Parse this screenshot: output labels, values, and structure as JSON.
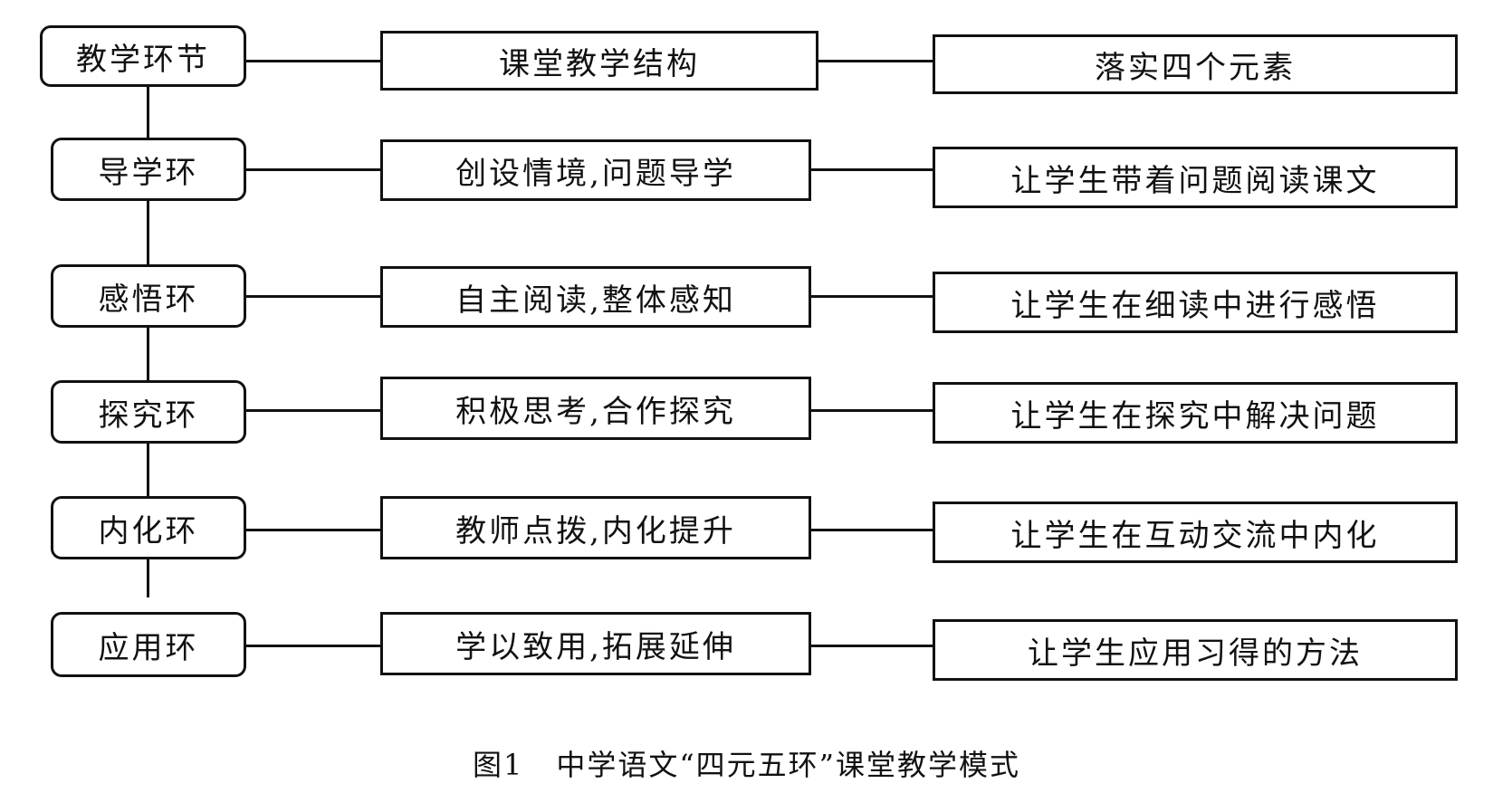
{
  "diagram": {
    "rows": [
      {
        "stage": "教学环节",
        "structure": "课堂教学结构",
        "element": "落实四个元素"
      },
      {
        "stage": "导学环",
        "structure": "创设情境,问题导学",
        "element": "让学生带着问题阅读课文"
      },
      {
        "stage": "感悟环",
        "structure": "自主阅读,整体感知",
        "element": "让学生在细读中进行感悟"
      },
      {
        "stage": "探究环",
        "structure": "积极思考,合作探究",
        "element": "让学生在探究中解决问题"
      },
      {
        "stage": "内化环",
        "structure": "教师点拨,内化提升",
        "element": "让学生在互动交流中内化"
      },
      {
        "stage": "应用环",
        "structure": "学以致用,拓展延伸",
        "element": "让学生应用习得的方法"
      }
    ]
  },
  "caption": {
    "label": "图1",
    "text": "中学语文“四元五环”课堂教学模式"
  }
}
